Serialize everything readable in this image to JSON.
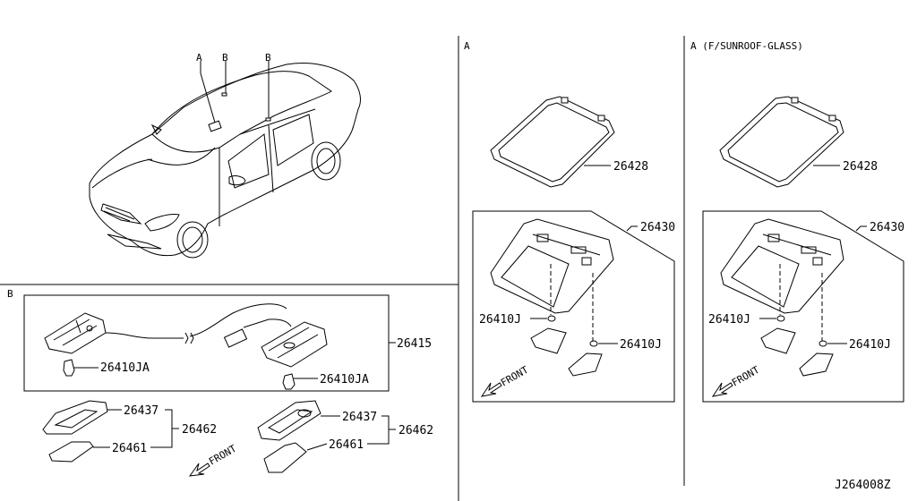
{
  "diagram": {
    "id_code": "J264008Z",
    "sections": {
      "overview": {
        "callouts": [
          "A",
          "B",
          "B"
        ]
      },
      "B": {
        "label": "B",
        "parts": {
          "map_lamp_harness": "26415",
          "bulb_left": "26410JA",
          "bulb_right": "26410JA",
          "lamp_body_left": "26437",
          "lens_left": "26461",
          "assembly_left": "26462",
          "lamp_body_right": "26437",
          "lens_right": "26461",
          "assembly_right": "26462"
        },
        "front_label": "FRONT"
      },
      "A": {
        "label": "A",
        "parts": {
          "bezel": "26428",
          "console_assembly": "26430",
          "bulb_left": "26410J",
          "bulb_right": "26410J"
        },
        "front_label": "FRONT"
      },
      "A_sunroof": {
        "label": "A (F/SUNROOF-GLASS)",
        "parts": {
          "bezel": "26428",
          "console_assembly": "26430",
          "bulb_left": "26410J",
          "bulb_right": "26410J"
        },
        "front_label": "FRONT"
      }
    }
  }
}
